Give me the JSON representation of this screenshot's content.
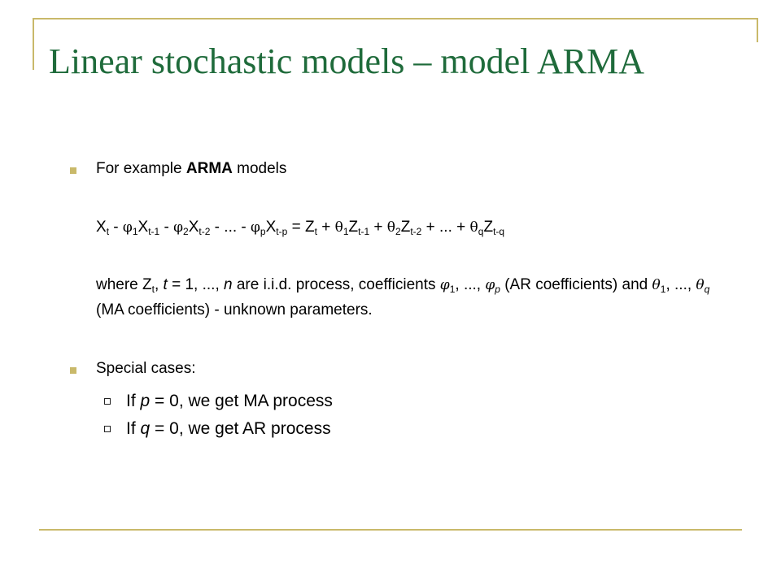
{
  "title": "Linear stochastic models – model ARMA",
  "bullet1": {
    "pre": "For example ",
    "bold": "ARMA",
    "post": " models"
  },
  "equation": "Xt - φ1Xt-1 - φ2Xt-2 - ... - φpXt-p = Zt + θ1Zt-1 + θ2Zt-2 + ... + θqZt-q",
  "where_text": "where Zt, t = 1, ..., n are i.i.d. process, coefficients φ1, ..., φp (AR coefficients) and θ1, ..., θq (MA coefficients) - unknown parameters.",
  "bullet2": "Special cases:",
  "sub1": {
    "pre": "If ",
    "var": "p",
    "post": " = 0, we get MA process"
  },
  "sub2": {
    "pre": "If ",
    "var": "q",
    "post": " = 0, we get AR process"
  },
  "colors": {
    "title": "#1f6b3b",
    "frame": "#c9b96a"
  }
}
